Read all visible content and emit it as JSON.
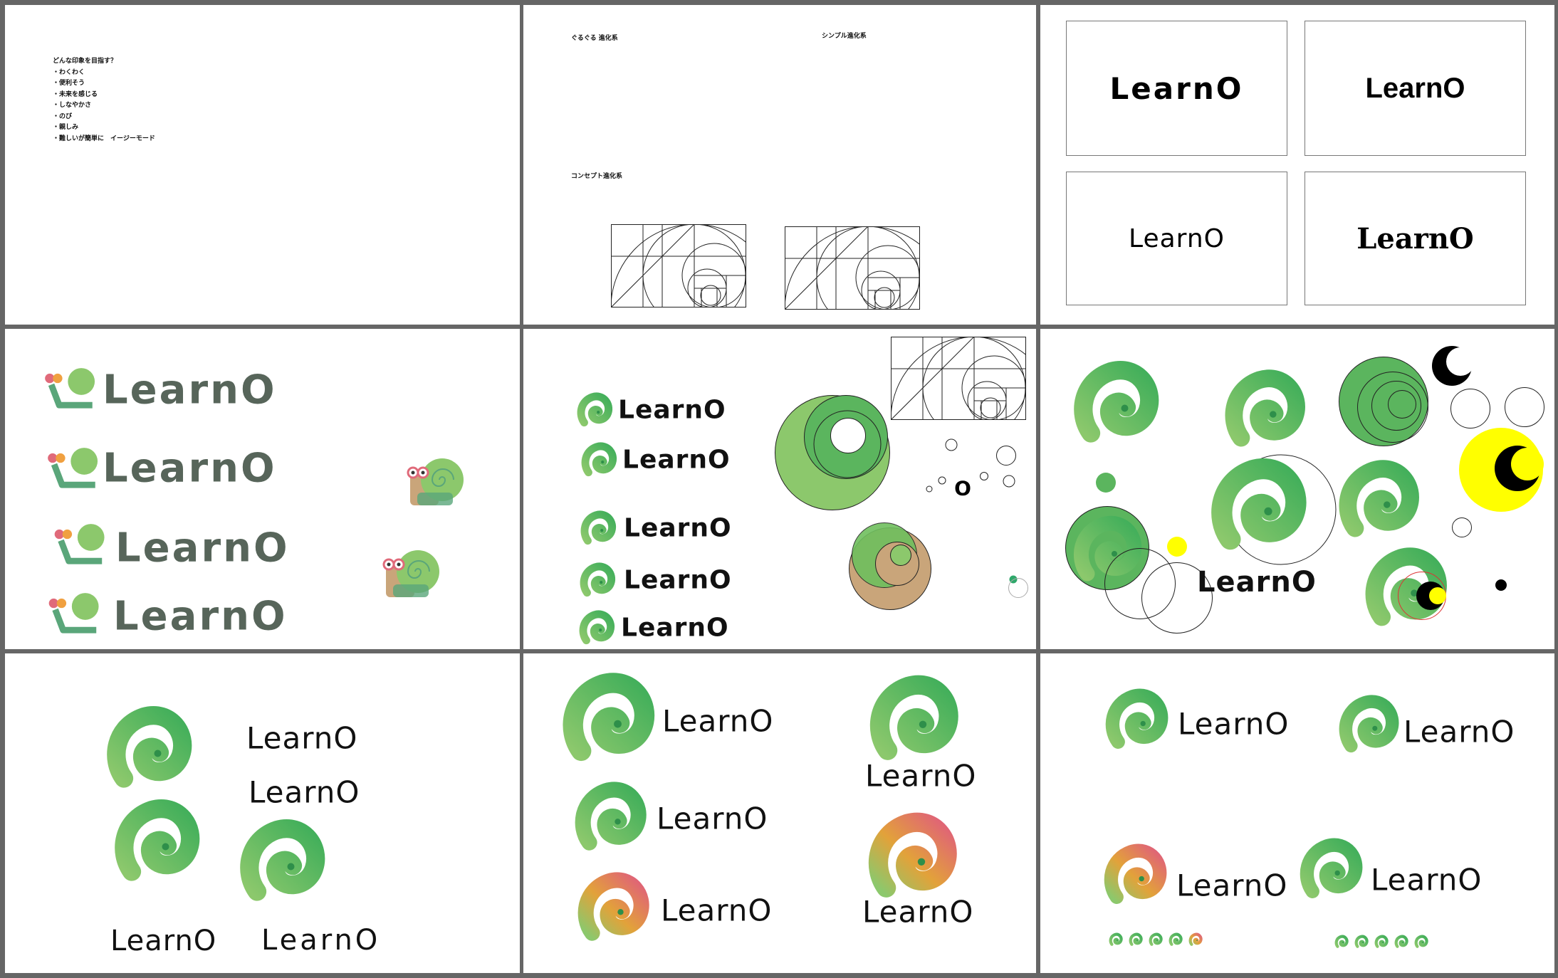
{
  "brand": {
    "name": "LearnO",
    "small_o": "O"
  },
  "panel1": {
    "title": "どんな印象を目指す？",
    "items": [
      "・わくわく",
      "・便利そう",
      "・未来を感じる",
      "・しなやかさ",
      "・のび",
      "・親しみ",
      "・難しいが簡単に　イージーモード"
    ]
  },
  "panel2": {
    "label_guruguru": "ぐるぐる 進化系",
    "label_simple": "シンプル進化系",
    "label_concept": "コンセプト進化系"
  },
  "colors": {
    "green": "#5bb55e",
    "light_green": "#8fcb6e",
    "yellow": "#ffff00",
    "tan": "#c9a57a",
    "grid": "#666666"
  },
  "icons": [
    "swirl-logo-icon",
    "snail-icon",
    "golden-ratio-grid-icon",
    "crescent-moon-icon"
  ]
}
